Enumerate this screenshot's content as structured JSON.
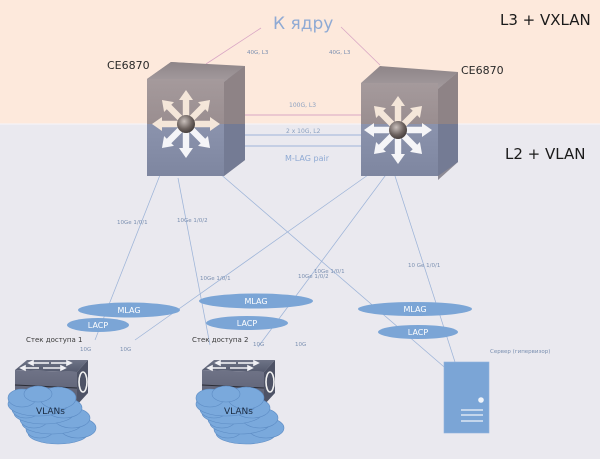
{
  "zones": {
    "top": {
      "label": "L3 + VXLAN",
      "color": "#fde9dc"
    },
    "bottom": {
      "label": "L2 + VLAN",
      "color": "#eae9ef"
    }
  },
  "core": {
    "label": "К ядру"
  },
  "core_uplinks": [
    {
      "label": "40G, L3"
    },
    {
      "label": "40G, L3"
    }
  ],
  "switches": [
    {
      "label": "CE6870"
    },
    {
      "label": "CE6870"
    }
  ],
  "peer_links": {
    "l3": "100G, L3",
    "l2": "2 x 10G, L2",
    "pair": "M-LAG pair"
  },
  "downlinks": [
    {
      "label": "10Ge 1/0/1"
    },
    {
      "label": "10Ge 1/0/2"
    },
    {
      "label": "10Ge 1/0/1"
    },
    {
      "label": "10Ge 1/0/2"
    },
    {
      "label": "10Ge 1/0/1"
    },
    {
      "label": "10 Ge 1/0/1"
    }
  ],
  "access_groups": [
    {
      "mlag": "MLAG",
      "lacp": "LACP",
      "name": "Стек доступа 1",
      "link_a": "10G",
      "link_b": "10G",
      "cloud": "VLANs"
    },
    {
      "mlag": "MLAG",
      "lacp": "LACP",
      "name": "Стек доступа 2",
      "link_a": "10G",
      "link_b": "10G",
      "cloud": "VLANs"
    },
    {
      "mlag": "MLAG",
      "lacp": "LACP",
      "name": "Сервер (гипервизор)"
    }
  ],
  "colors": {
    "link_blue": "#9db4d8",
    "link_pink": "#d9a6c4",
    "ellipse": "#7ba5d6",
    "server": "#7ba5d6",
    "cloud": "#7aa9dc",
    "accent_text": "#8faad4"
  }
}
